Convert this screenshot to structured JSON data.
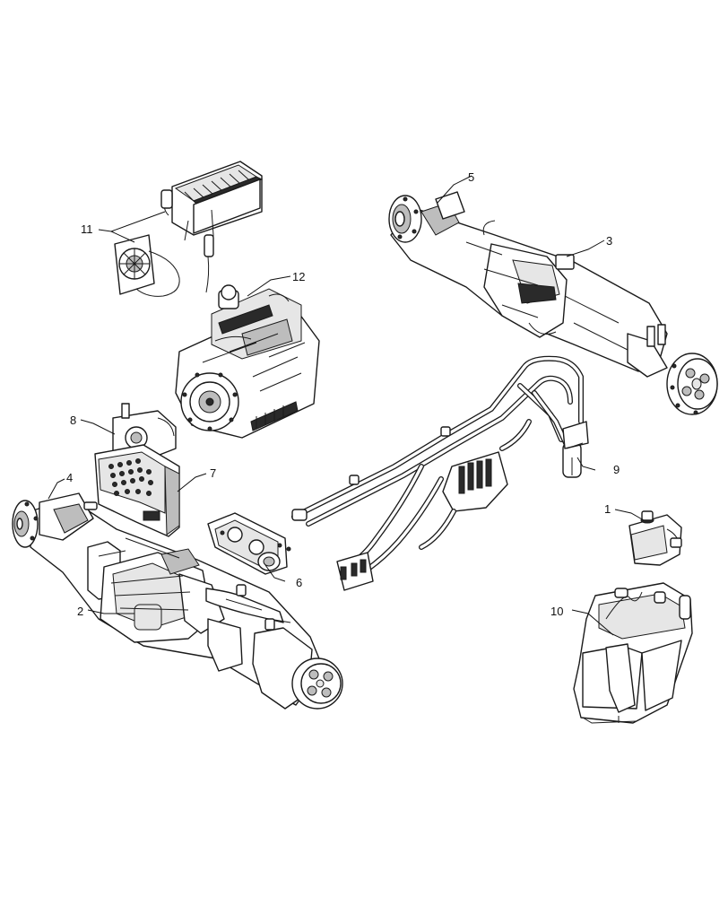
{
  "callouts": [
    {
      "id": "1",
      "label": "1"
    },
    {
      "id": "2",
      "label": "2"
    },
    {
      "id": "3",
      "label": "3"
    },
    {
      "id": "4",
      "label": "4"
    },
    {
      "id": "5",
      "label": "5"
    },
    {
      "id": "6",
      "label": "6"
    },
    {
      "id": "7",
      "label": "7"
    },
    {
      "id": "8",
      "label": "8"
    },
    {
      "id": "9",
      "label": "9"
    },
    {
      "id": "10",
      "label": "10"
    },
    {
      "id": "11",
      "label": "11"
    },
    {
      "id": "12",
      "label": "12"
    }
  ],
  "colors": {
    "line": "#1a1a1a",
    "background": "#ffffff",
    "shade": "#bdbdbd"
  }
}
